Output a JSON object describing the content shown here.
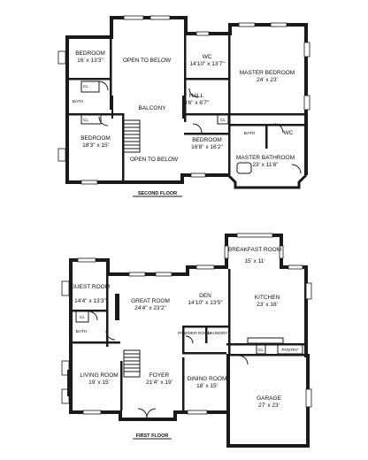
{
  "second_floor": {
    "caption": "SECOND FLOOR",
    "rooms": [
      {
        "key": "bedroom_a",
        "name": "BEDROOM",
        "dims": "16' x 13'3\""
      },
      {
        "key": "open_below_top",
        "name": "OPEN TO BELOW",
        "dims": ""
      },
      {
        "key": "wc_top",
        "name": "WC",
        "dims": "14'10\" x 13'7\""
      },
      {
        "key": "master_bedroom",
        "name": "MASTER BEDROOM",
        "dims": "24' x 23'"
      },
      {
        "key": "hall",
        "name": "HALL",
        "dims": "8'6\" x 6'7\""
      },
      {
        "key": "balcony",
        "name": "BALCONY",
        "dims": ""
      },
      {
        "key": "bedroom_b",
        "name": "BEDROOM",
        "dims": "18'3\" x 15'"
      },
      {
        "key": "open_below_mid",
        "name": "OPEN TO BELOW",
        "dims": ""
      },
      {
        "key": "bedroom_c",
        "name": "BEDROOM",
        "dims": "16'8\" x 16'2\""
      },
      {
        "key": "master_bath",
        "name": "MASTER BATHROOM",
        "dims": "23' x 11'6\""
      },
      {
        "key": "bath_sf1",
        "name": "BATH",
        "dims": ""
      },
      {
        "key": "bath_sf2",
        "name": "BATH",
        "dims": ""
      },
      {
        "key": "wc_mb",
        "name": "WC",
        "dims": ""
      },
      {
        "key": "cl_sf1",
        "name": "CL",
        "dims": ""
      },
      {
        "key": "cl_sf2",
        "name": "CL",
        "dims": ""
      },
      {
        "key": "cl_sf3",
        "name": "CL",
        "dims": ""
      }
    ]
  },
  "first_floor": {
    "caption": "FIRST FLOOR",
    "rooms": [
      {
        "key": "breakfast",
        "name": "BREAKFAST ROOM",
        "dims": "15' x 11'"
      },
      {
        "key": "guest",
        "name": "GUEST ROOM",
        "dims": "14'4\" x 13'3\""
      },
      {
        "key": "great",
        "name": "GREAT ROOM",
        "dims": "24'4\" x 23'2\""
      },
      {
        "key": "den",
        "name": "DEN",
        "dims": "14'10\" x 13'5\""
      },
      {
        "key": "kitchen",
        "name": "KITCHEN",
        "dims": "23' x 18'"
      },
      {
        "key": "powder",
        "name": "POWDER ROOM",
        "dims": ""
      },
      {
        "key": "laundry",
        "name": "LAUNDRY",
        "dims": ""
      },
      {
        "key": "bath_ff",
        "name": "BATH",
        "dims": ""
      },
      {
        "key": "cl_ff1",
        "name": "CL",
        "dims": ""
      },
      {
        "key": "cl_ff2",
        "name": "CL",
        "dims": ""
      },
      {
        "key": "pantry",
        "name": "PANTRY",
        "dims": ""
      },
      {
        "key": "living",
        "name": "LIVING ROOM",
        "dims": "19' x 15'"
      },
      {
        "key": "foyer",
        "name": "FOYER",
        "dims": "21'4\" x 19'"
      },
      {
        "key": "dining",
        "name": "DINING ROOM",
        "dims": "18' x 15'"
      },
      {
        "key": "garage",
        "name": "GARAGE",
        "dims": "27' x 23'"
      }
    ]
  }
}
